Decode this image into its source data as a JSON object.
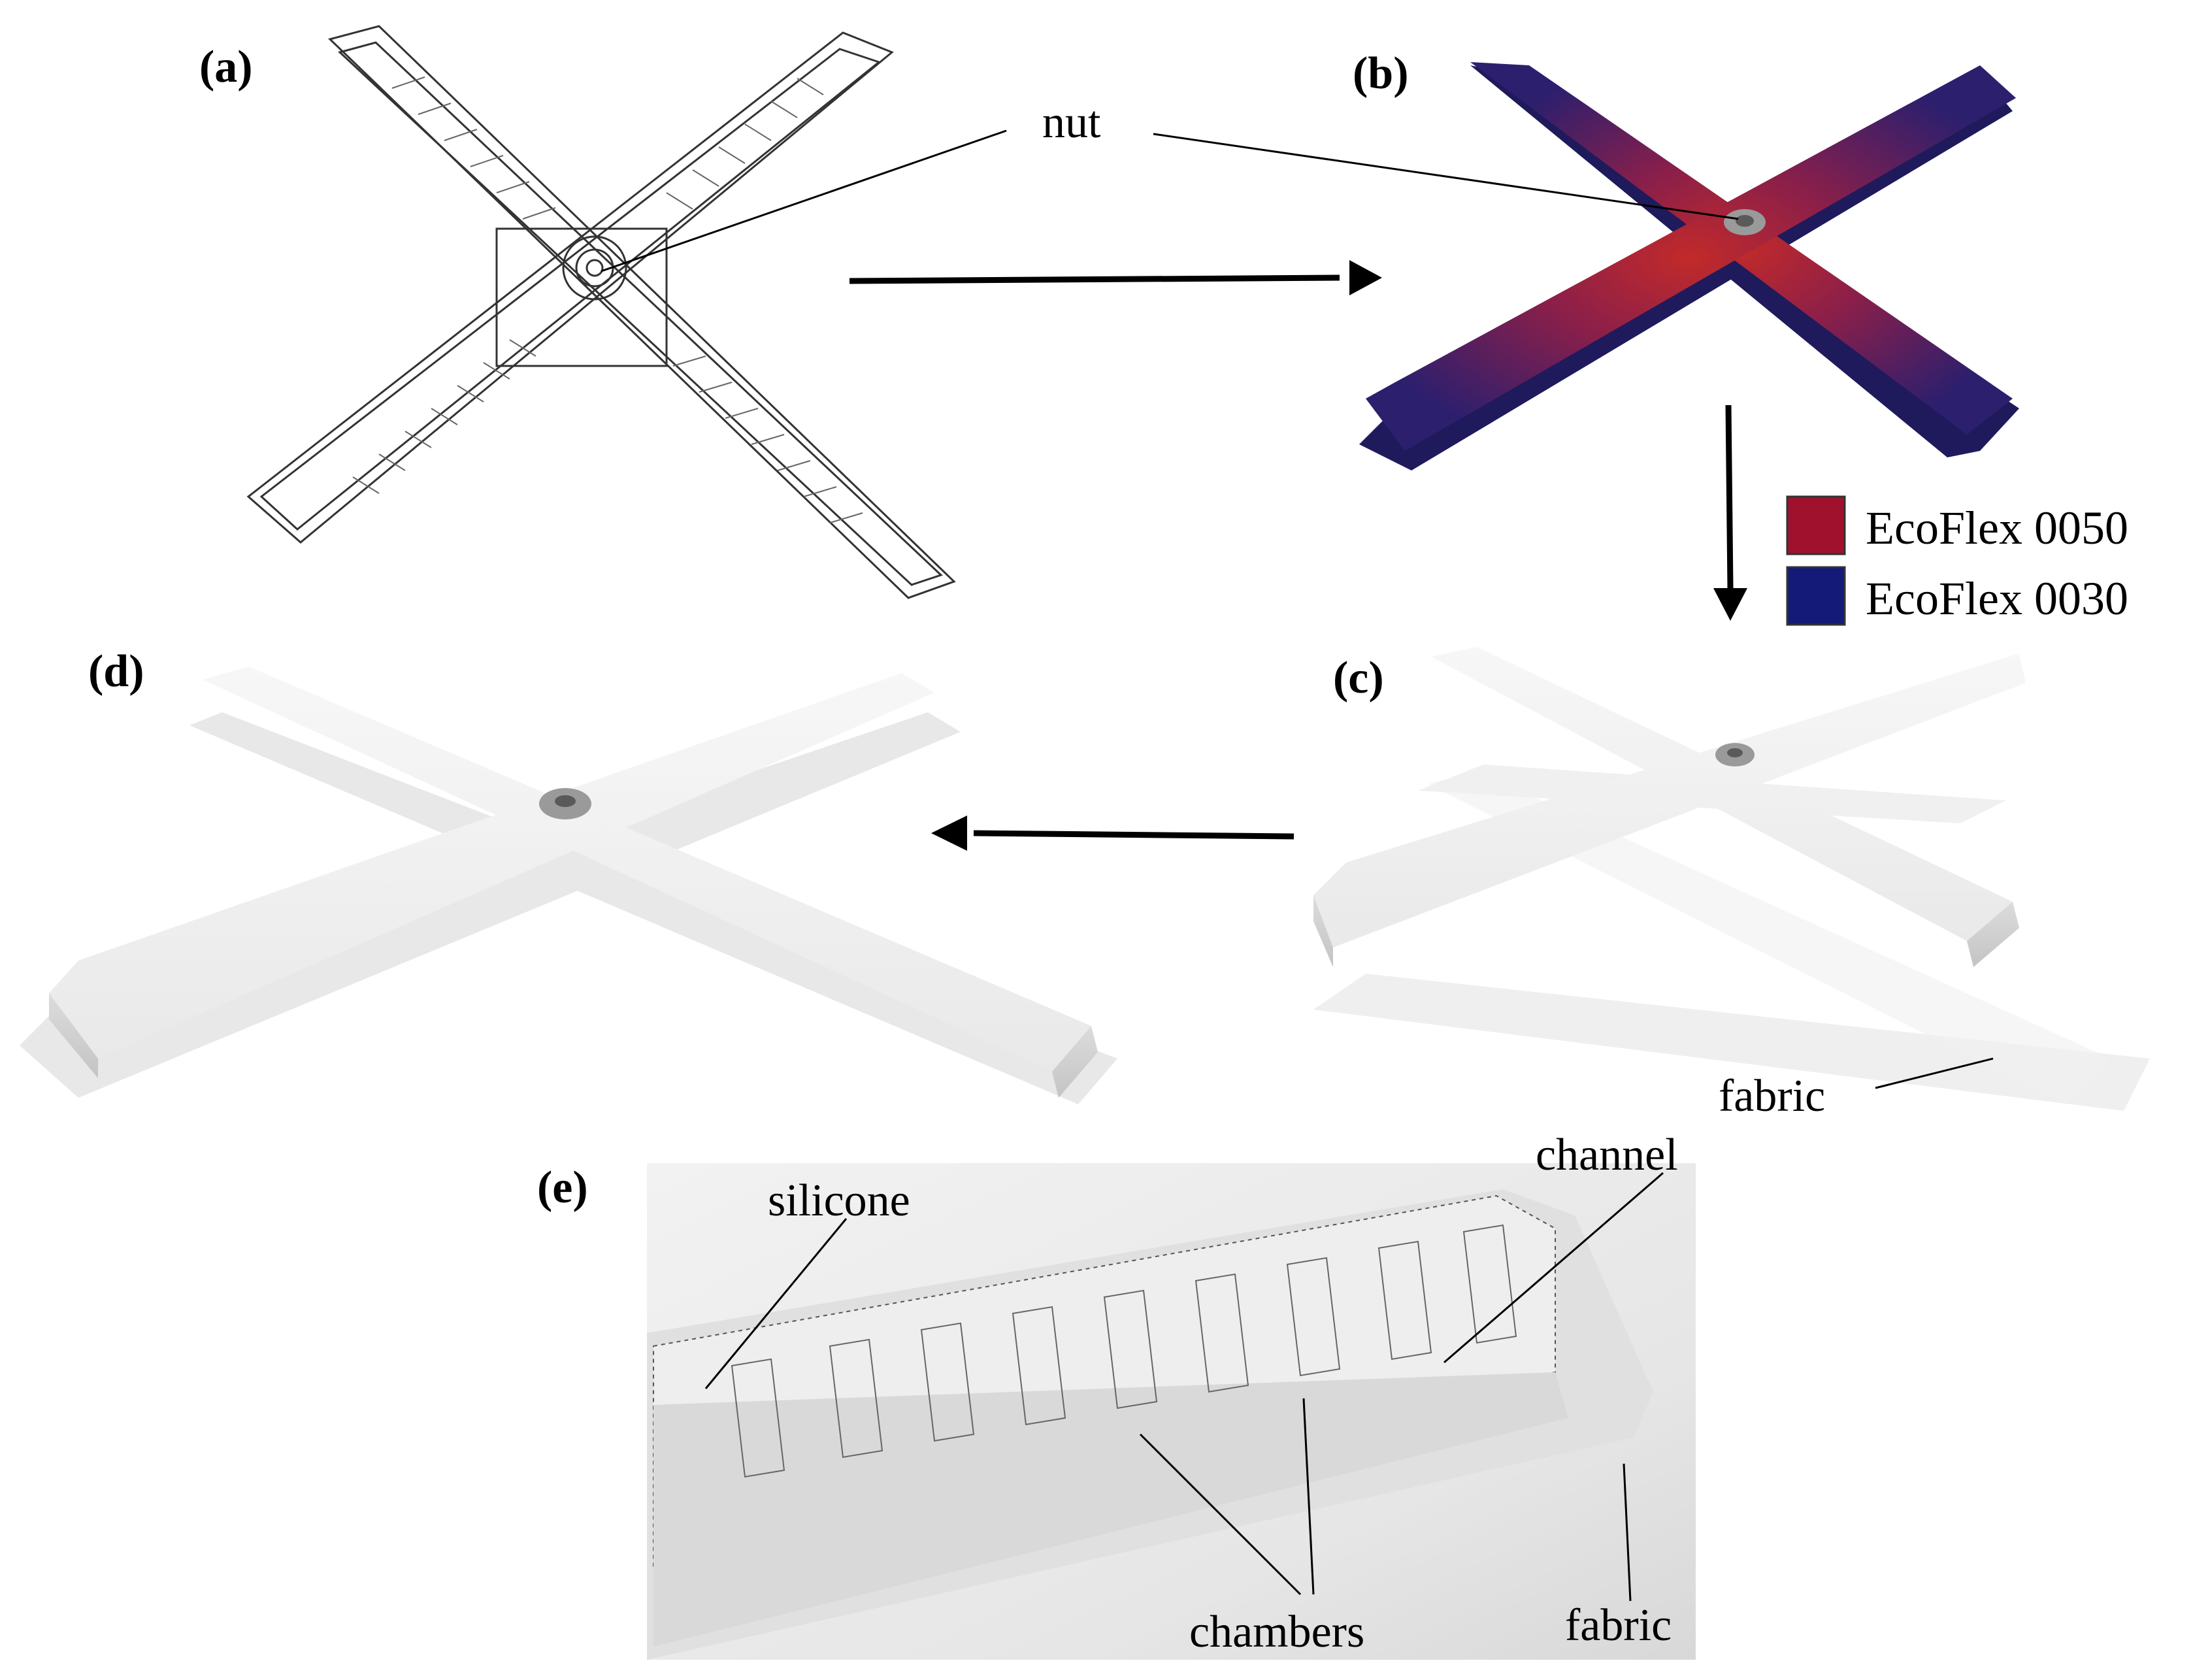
{
  "panels": {
    "a": "(a)",
    "b": "(b)",
    "c": "(c)",
    "d": "(d)",
    "e": "(e)"
  },
  "annotations": {
    "nut": "nut",
    "fabric_c": "fabric",
    "silicone": "silicone",
    "channel": "channel",
    "chambers": "chambers",
    "fabric_e": "fabric"
  },
  "legend": [
    {
      "label": "EcoFlex 0050",
      "color": "#a0112e"
    },
    {
      "label": "EcoFlex 0030",
      "color": "#141a78"
    }
  ]
}
